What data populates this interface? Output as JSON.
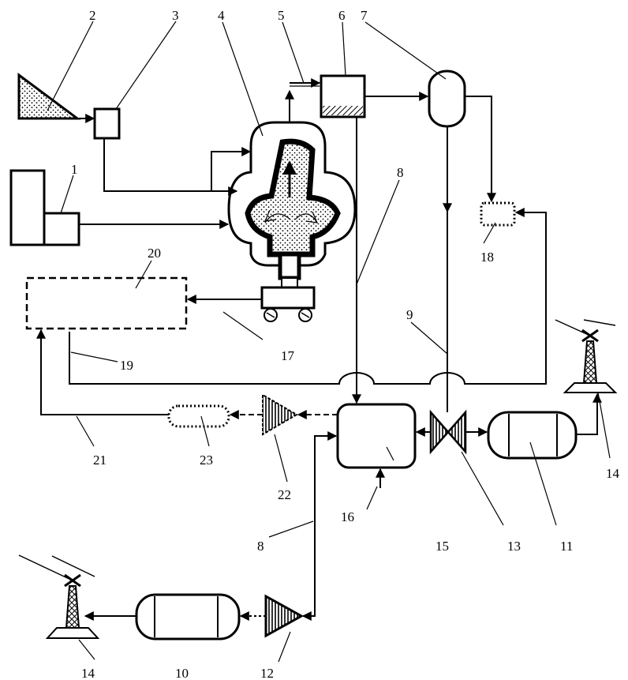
{
  "labels": {
    "l1": "1",
    "l2": "2",
    "l3": "3",
    "l4": "4",
    "l5": "5",
    "l6": "6",
    "l7": "7",
    "l8a": "8",
    "l8b": "8",
    "l9": "9",
    "l10": "10",
    "l11": "11",
    "l12": "12",
    "l13": "13",
    "l14a": "14",
    "l14b": "14",
    "l15": "15",
    "l16": "16",
    "l17": "17",
    "l18": "18",
    "l19": "19",
    "l20": "20",
    "l21": "21",
    "l22": "22",
    "l23": "23"
  }
}
